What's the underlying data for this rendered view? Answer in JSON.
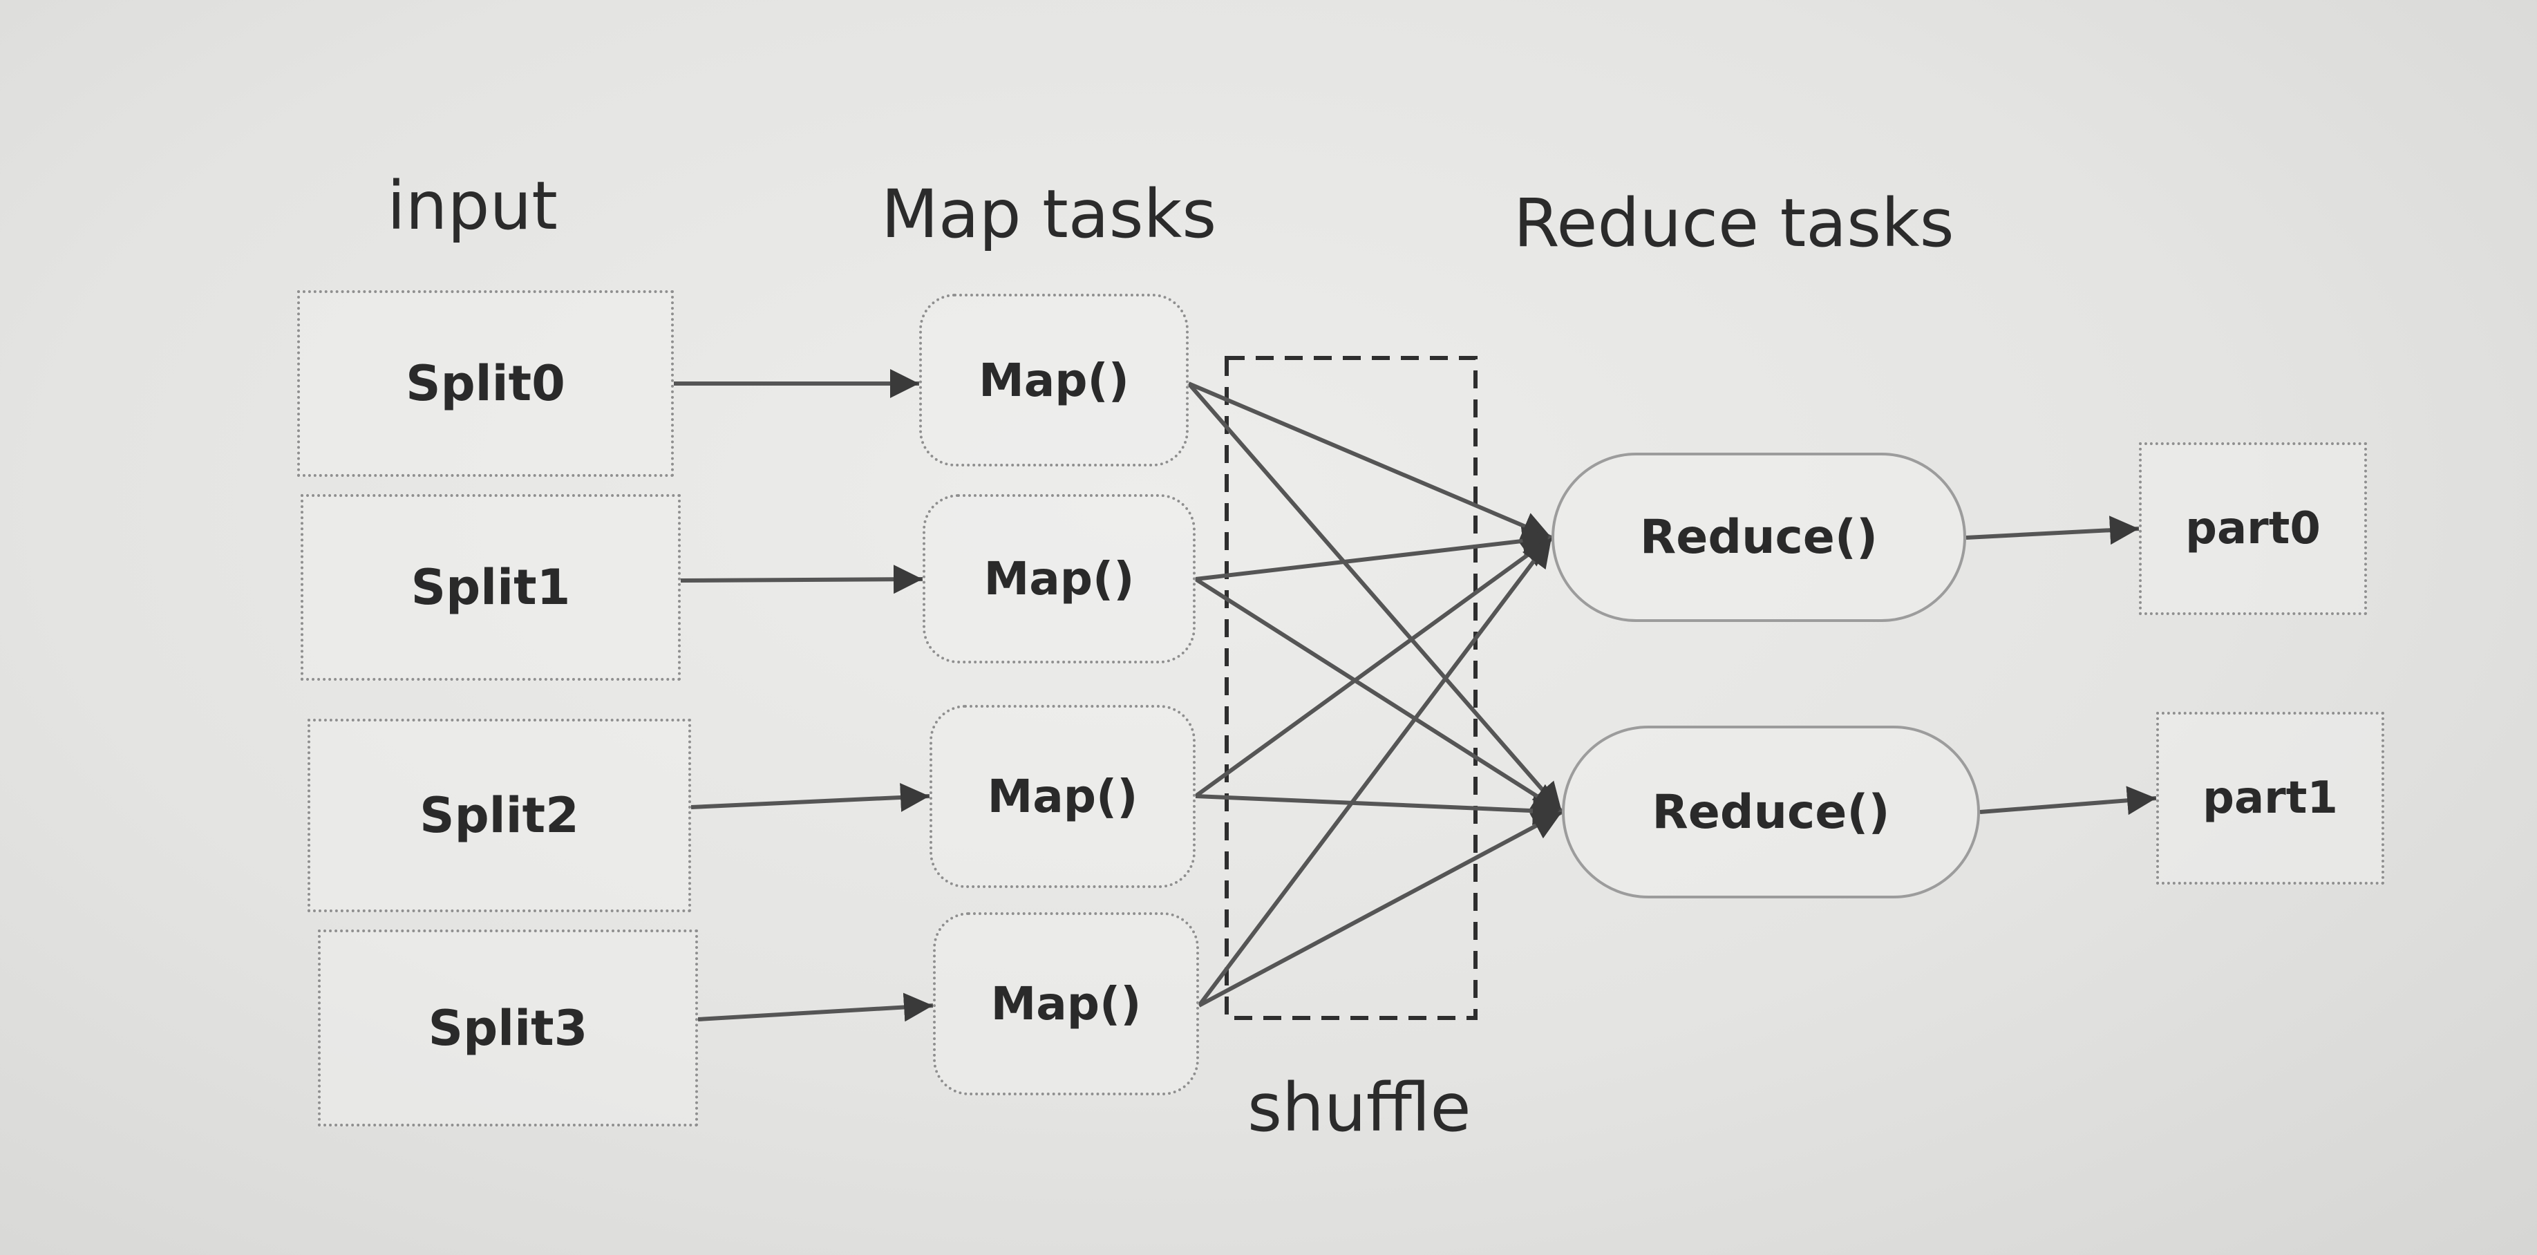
{
  "headings": {
    "input": "input",
    "map_tasks": "Map tasks",
    "reduce_tasks": "Reduce tasks",
    "shuffle": "shuffle"
  },
  "splits": [
    "Split0",
    "Split1",
    "Split2",
    "Split3"
  ],
  "maps": [
    "Map()",
    "Map()",
    "Map()",
    "Map()"
  ],
  "reduces": [
    "Reduce()",
    "Reduce()"
  ],
  "parts": [
    "part0",
    "part1"
  ],
  "colors": {
    "line": "#555555",
    "arrowhead": "#3a3a3a",
    "text": "#2a2a2a"
  }
}
